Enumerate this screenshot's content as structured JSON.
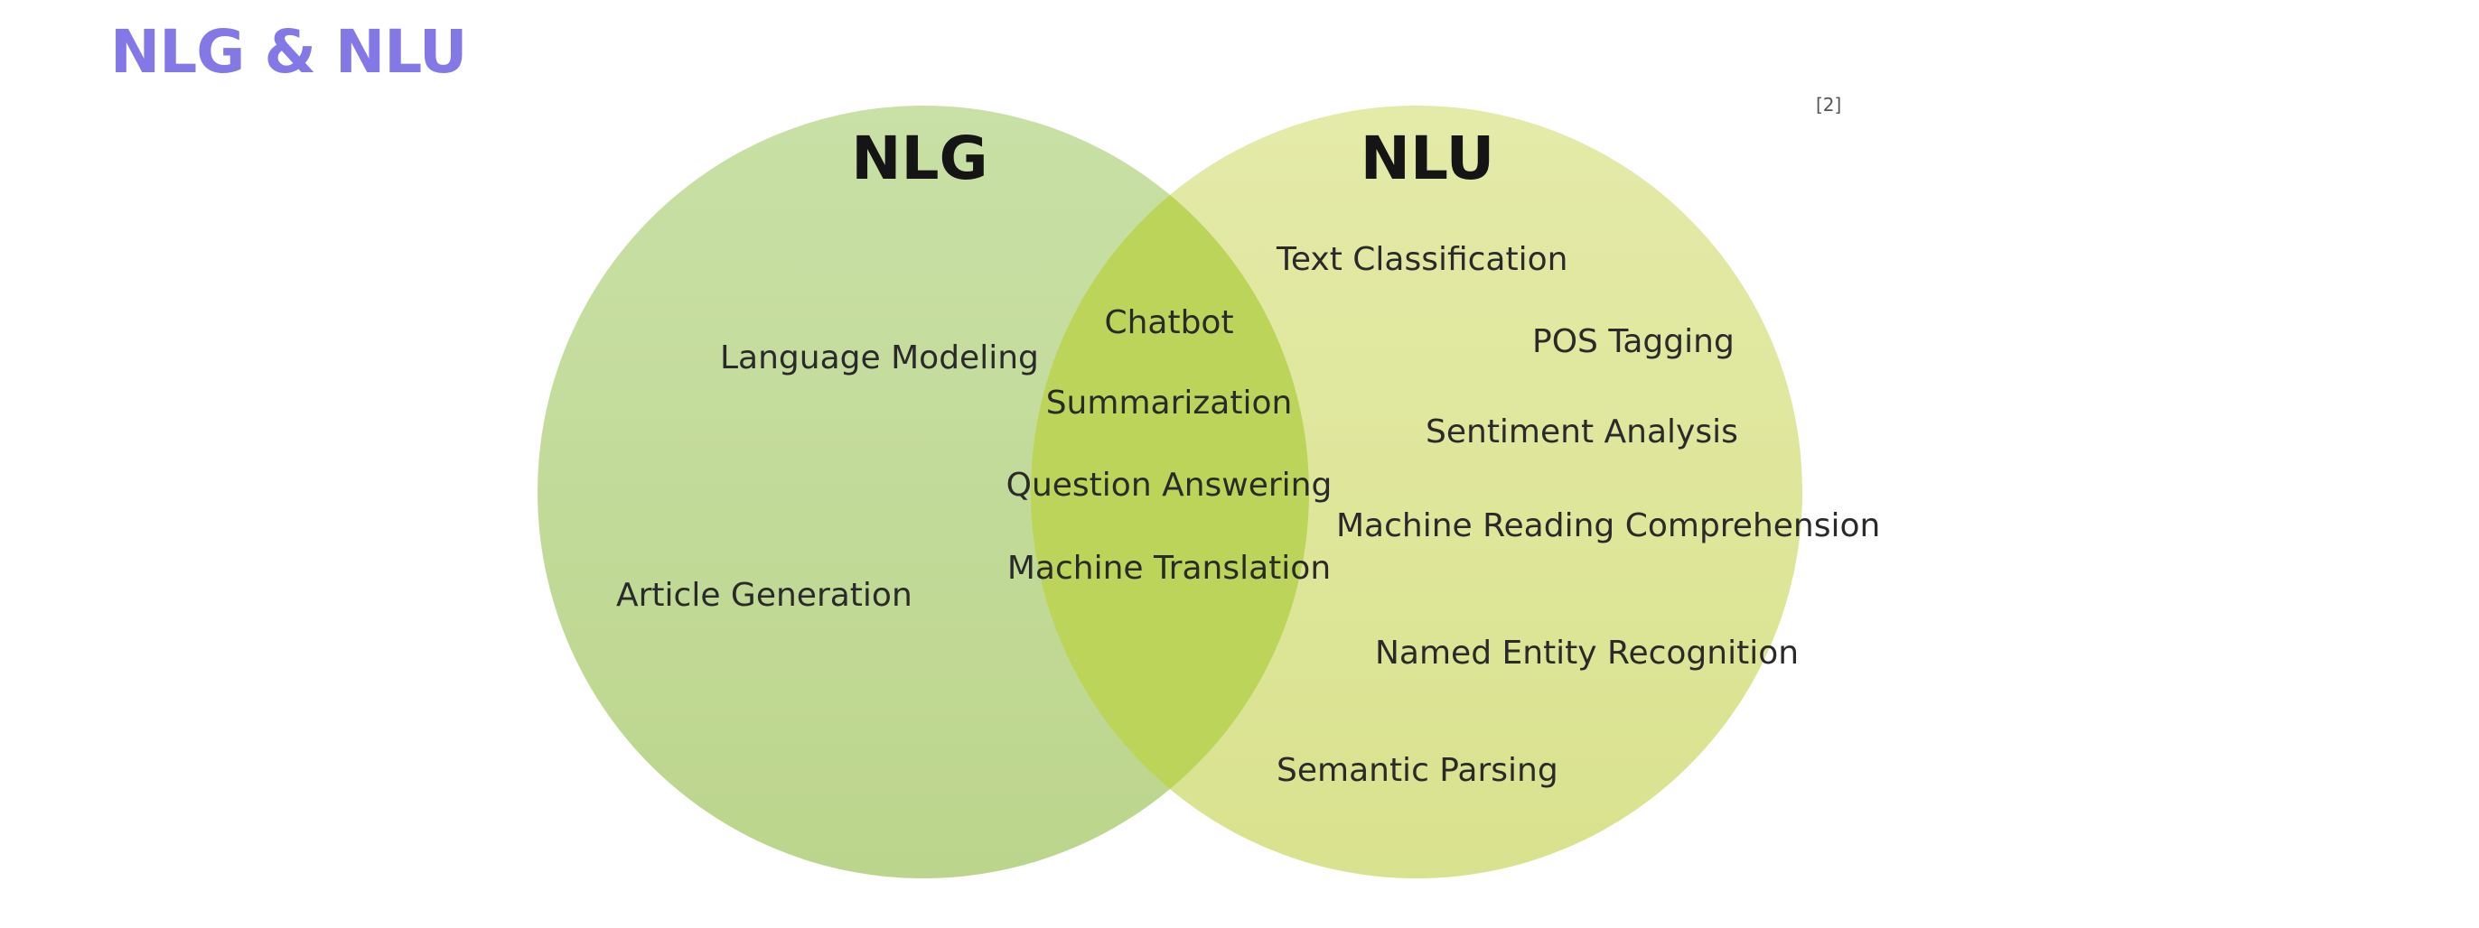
{
  "slide": {
    "title": "NLG & NLU",
    "citation": "[2]"
  },
  "venn": {
    "colors": {
      "left_circle": "#c4dc98",
      "right_circle": "#e0e69c",
      "overlap": "#bcd45a",
      "title_text": "#151515",
      "label_text": "#2a2a2a",
      "slide_title": "#8478e6"
    },
    "sets": {
      "nlg": {
        "title": "NLG",
        "items": [
          "Language Modeling",
          "Article Generation"
        ]
      },
      "nlu": {
        "title": "NLU",
        "items": [
          "Text Classification",
          "POS Tagging",
          "Sentiment Analysis",
          "Machine Reading Comprehension",
          "Named Entity Recognition",
          "Semantic Parsing"
        ]
      },
      "shared": {
        "items": [
          "Chatbot",
          "Summarization",
          "Question Answering",
          "Machine Translation"
        ]
      }
    }
  }
}
